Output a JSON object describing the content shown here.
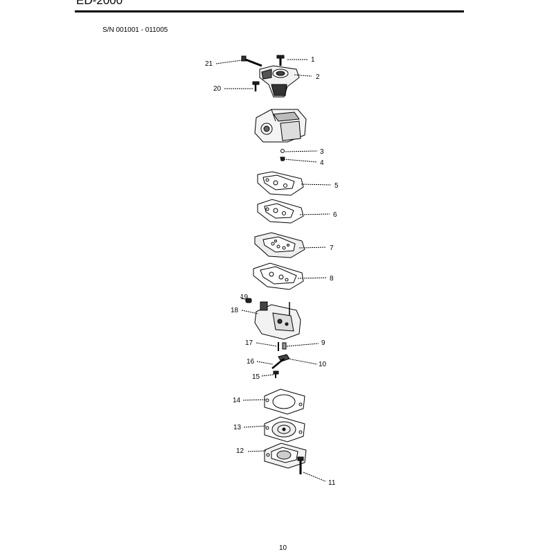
{
  "header": {
    "model": "ED-2000"
  },
  "serial_range": "S/N 001001 - 011005",
  "page_number": "10",
  "callouts": [
    {
      "number": "1"
    },
    {
      "number": "2"
    },
    {
      "number": "3"
    },
    {
      "number": "4"
    },
    {
      "number": "5"
    },
    {
      "number": "6"
    },
    {
      "number": "7"
    },
    {
      "number": "8"
    },
    {
      "number": "9"
    },
    {
      "number": "10"
    },
    {
      "number": "11"
    },
    {
      "number": "12"
    },
    {
      "number": "13"
    },
    {
      "number": "14"
    },
    {
      "number": "15"
    },
    {
      "number": "16"
    },
    {
      "number": "17"
    },
    {
      "number": "18"
    },
    {
      "number": "19"
    },
    {
      "number": "20"
    },
    {
      "number": "21"
    }
  ]
}
